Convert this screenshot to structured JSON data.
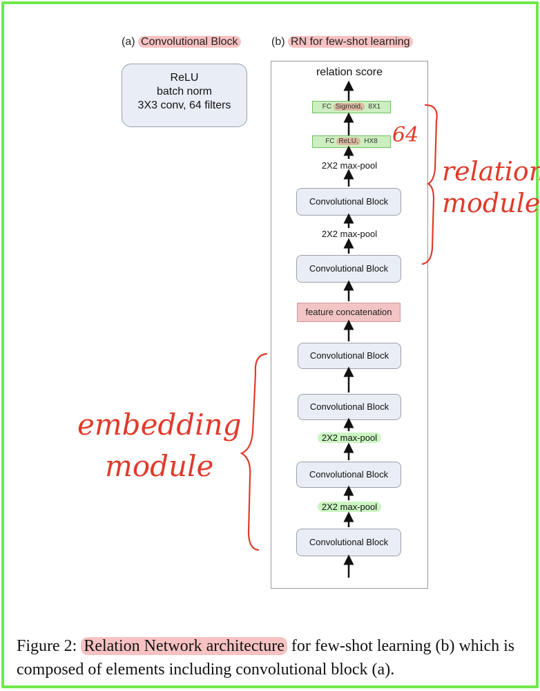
{
  "panel_a": {
    "prefix": "(a)",
    "title": "Convolutional Block",
    "layers": [
      "ReLU",
      "batch norm",
      "3X3 conv, 64 filters"
    ]
  },
  "panel_b": {
    "prefix": "(b)",
    "title": "RN for few-shot learning",
    "output": "relation score",
    "fc2": {
      "prefix": "FC",
      "activation": "Sigmoid,",
      "shape": "8X1"
    },
    "fc1": {
      "prefix": "FC",
      "activation": "ReLU,",
      "shape": "HX8"
    },
    "pool_top": "2X2 max-pool",
    "conv_r1": "Convolutional Block",
    "pool_mid": "2X2 max-pool",
    "conv_r2": "Convolutional Block",
    "concat": "feature concatenation",
    "conv_e4": "Convolutional Block",
    "conv_e3": "Convolutional Block",
    "pool_e2": "2X2 max-pool",
    "conv_e2": "Convolutional Block",
    "pool_e1": "2X2 max-pool",
    "conv_e1": "Convolutional Block"
  },
  "annotations": {
    "fc_note": "64",
    "relation_1": "relation",
    "relation_2": "module",
    "embedding_1": "embedding",
    "embedding_2": "module",
    "color": "#e03a2a"
  },
  "caption": {
    "label": "Figure 2:",
    "highlight": "Relation Network architecture",
    "rest": "for few-shot learning (b) which is composed of elements including convolutional block (a)."
  }
}
